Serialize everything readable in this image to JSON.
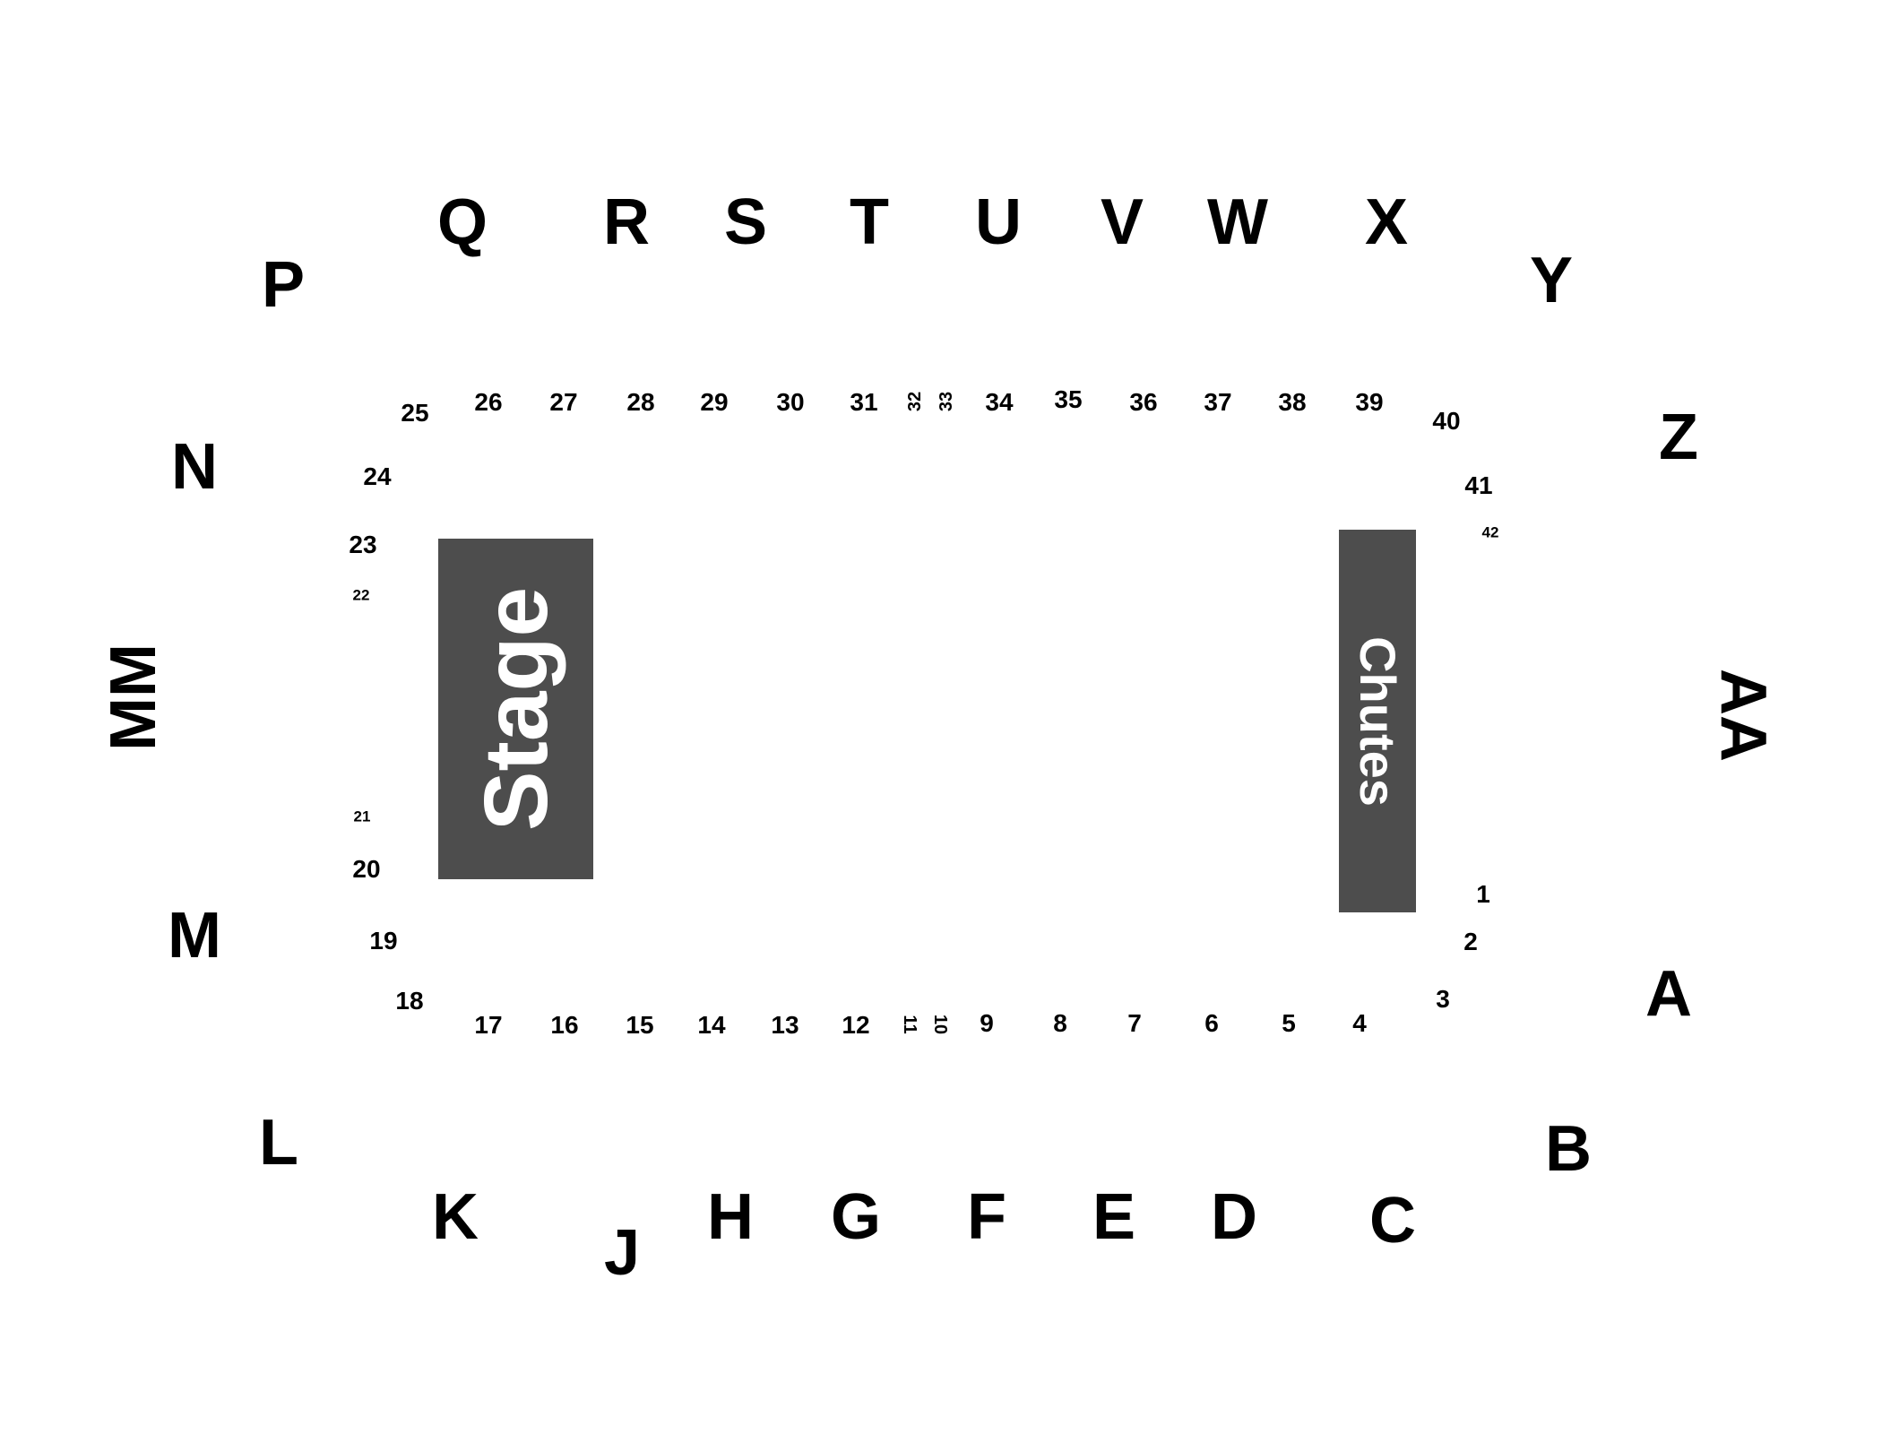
{
  "map": {
    "stage_label": "Stage",
    "chutes_label": "Chutes",
    "colors": {
      "block": "#4d4d4d",
      "block_text": "#ffffff",
      "text": "#000000",
      "background": "#ffffff"
    },
    "sections": {
      "A": "A",
      "B": "B",
      "C": "C",
      "D": "D",
      "E": "E",
      "F": "F",
      "G": "G",
      "H": "H",
      "J": "J",
      "K": "K",
      "L": "L",
      "M": "M",
      "MM": "MM",
      "N": "N",
      "P": "P",
      "Q": "Q",
      "R": "R",
      "S": "S",
      "T": "T",
      "U": "U",
      "V": "V",
      "W": "W",
      "X": "X",
      "Y": "Y",
      "Z": "Z",
      "AA": "AA"
    },
    "rows": [
      "1",
      "2",
      "3",
      "4",
      "5",
      "6",
      "7",
      "8",
      "9",
      "10",
      "11",
      "12",
      "13",
      "14",
      "15",
      "16",
      "17",
      "18",
      "19",
      "20",
      "21",
      "22",
      "23",
      "24",
      "25",
      "26",
      "27",
      "28",
      "29",
      "30",
      "31",
      "32",
      "33",
      "34",
      "35",
      "36",
      "37",
      "38",
      "39",
      "40",
      "41",
      "42"
    ]
  }
}
